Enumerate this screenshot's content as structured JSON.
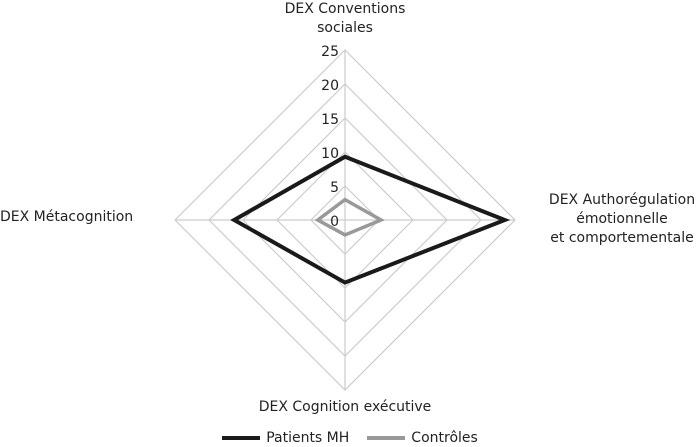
{
  "chart_data": {
    "type": "radar",
    "axes": [
      {
        "line1": "DEX Conventions",
        "line2": "sociales",
        "line3": ""
      },
      {
        "line1": "DEX Authorégulation",
        "line2": "émotionnelle",
        "line3": "et comportementale"
      },
      {
        "line1": "DEX Cognition exécutive",
        "line2": "",
        "line3": ""
      },
      {
        "line1": "DEX Métacognition",
        "line2": "",
        "line3": ""
      }
    ],
    "rmax": 25,
    "ticks": [
      0,
      5,
      10,
      15,
      20,
      25
    ],
    "tick_labels": [
      "0",
      "5",
      "10",
      "15",
      "20",
      "25"
    ],
    "series": [
      {
        "name": "Patients MH",
        "color": "#1a1a1a",
        "values": [
          9.3,
          23.5,
          9.2,
          16.3
        ]
      },
      {
        "name": "Contrôles",
        "color": "#999999",
        "values": [
          3.0,
          5.3,
          2.2,
          4.0
        ]
      }
    ],
    "grid_color": "#cccccc",
    "legend_position": "bottom"
  }
}
